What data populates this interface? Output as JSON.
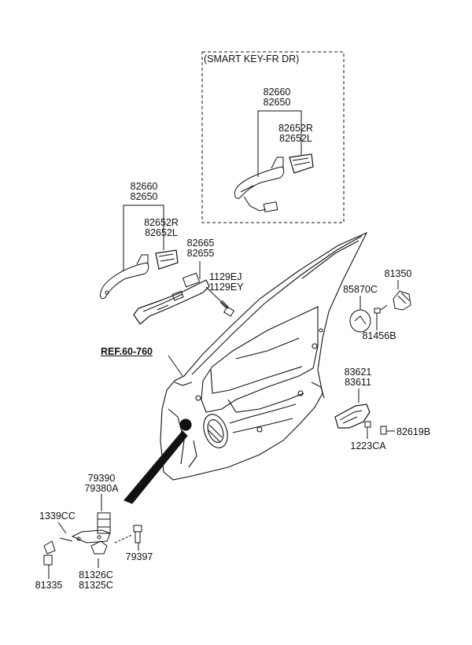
{
  "smart_key_box": {
    "title": "(SMART KEY-FR DR)",
    "handle_codes": [
      "82660",
      "82650"
    ],
    "cover_codes": [
      "82652R",
      "82652L"
    ]
  },
  "outer_handle": {
    "handle_codes": [
      "82660",
      "82650"
    ],
    "cover_codes": [
      "82652R",
      "82652L"
    ],
    "base_codes": [
      "82665",
      "82655"
    ],
    "bolt_codes": [
      "1129EJ",
      "1129EY"
    ]
  },
  "ref": "REF.60-760",
  "cap": {
    "codes": [
      "85870C"
    ]
  },
  "lever": {
    "code": "81350",
    "screw_code": "81456B"
  },
  "inner_handle": {
    "codes": [
      "83621",
      "83611"
    ],
    "screw_code": "1223CA",
    "cover_code": "82619B"
  },
  "checker": {
    "codes": [
      "79390",
      "79380A"
    ],
    "bolt_code": "79397"
  },
  "hinge": {
    "bolt_code": "1339CC",
    "lower_codes": [
      "81326C",
      "81325C"
    ],
    "pin_code": "81335"
  }
}
